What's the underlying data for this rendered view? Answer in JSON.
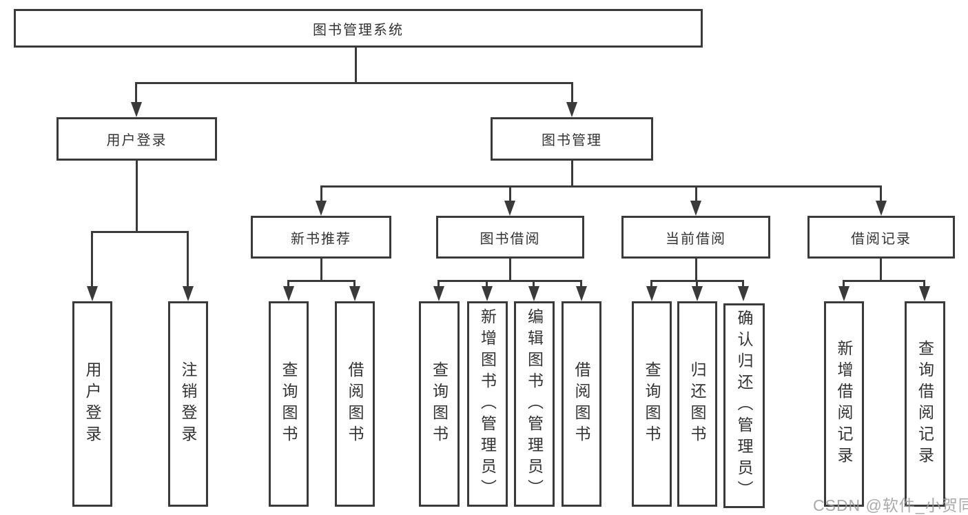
{
  "tree": {
    "root": {
      "label": "图书管理系统"
    },
    "branches": [
      {
        "label": "用户登录",
        "leaves": [
          "用户登录",
          "注销登录"
        ]
      },
      {
        "label": "图书管理",
        "groups": [
          {
            "label": "新书推荐",
            "leaves": [
              "查询图书",
              "借阅图书"
            ]
          },
          {
            "label": "图书借阅",
            "leaves": [
              "查询图书",
              "新增图书（管理员）",
              "编辑图书（管理员）",
              "借阅图书"
            ]
          },
          {
            "label": "当前借阅",
            "leaves": [
              "查询图书",
              "归还图书",
              "确认归还（管理员）"
            ]
          },
          {
            "label": "借阅记录",
            "leaves": [
              "新增借阅记录",
              "查询借阅记录"
            ]
          }
        ]
      }
    ]
  },
  "watermark": {
    "text": "CSDN @软件_小贺同学"
  },
  "colors": {
    "line": "#3a3a3a",
    "box_border": "#3a3a3a",
    "text": "#333333",
    "watermark": "#9b9b9b",
    "background": "#ffffff"
  }
}
